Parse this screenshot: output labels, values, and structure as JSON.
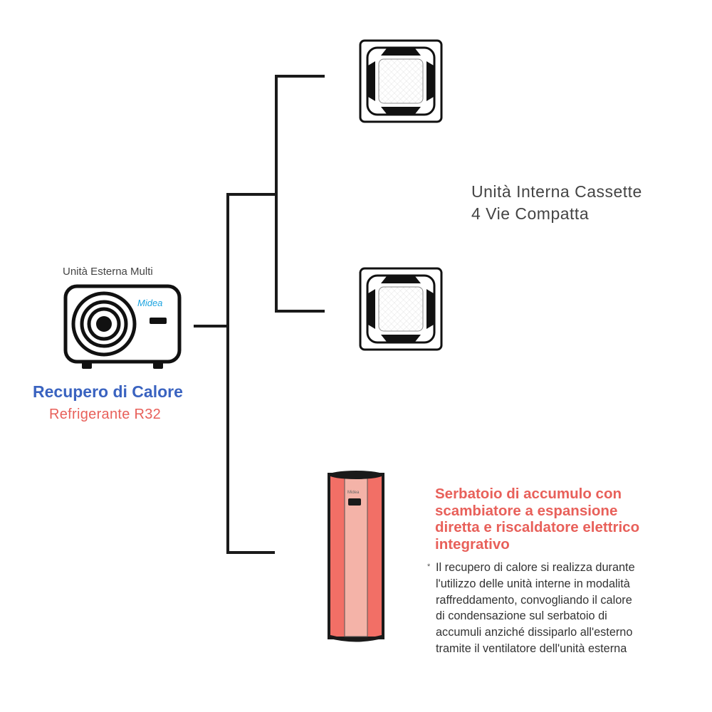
{
  "outdoor_unit": {
    "label": "Unità Esterna Multi",
    "brand": "Midea",
    "title": "Recupero di Calore",
    "subtitle": "Refrigerante R32"
  },
  "indoor_units": {
    "label_lines": [
      "Unità Interna Cassette",
      "4 Vie Compatta"
    ],
    "count": 2
  },
  "tank": {
    "brand": "Midea",
    "title_lines": [
      "Serbatoio di accumulo con",
      "scambiatore a espansione",
      "diretta e riscaldatore elettrico",
      "integrativo"
    ],
    "note_marker": "*",
    "note_lines": [
      "Il recupero di calore si realizza durante",
      "l'utilizzo delle unità interne in modalità",
      "raffreddamento, convogliando il calore",
      "di condensazione sul serbatoio di",
      "accumuli anziché dissiparlo all'esterno",
      "tramite il ventilatore dell'unità esterna"
    ]
  },
  "colors": {
    "blue": "#3a63c0",
    "red": "#e8605a",
    "tank_body": "#f26f66",
    "tank_panel": "#f4b3a8",
    "brand_blue": "#1aa3e0"
  }
}
